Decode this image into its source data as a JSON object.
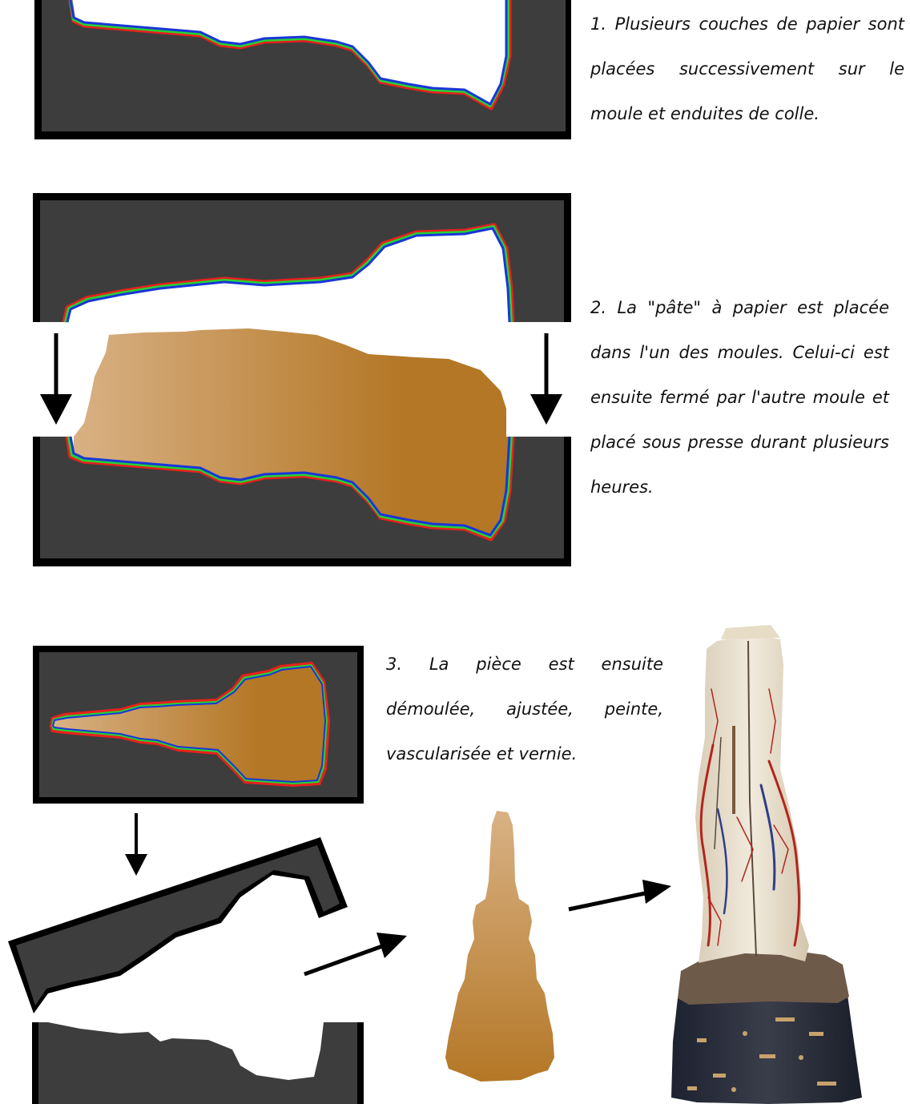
{
  "steps": [
    {
      "label": "1. Plusieurs couches de papier sont placées successivement sur le moule et enduites de colle."
    },
    {
      "label": "2. La \"pâte\" à papier est placée dans l'un des moules. Celui-ci est ensuite fermé par l'autre moule et placé sous presse durant plusieurs heures."
    },
    {
      "label": "3. La pièce est ensuite démoulée, ajustée, peinte, vascularisée et vernie."
    }
  ],
  "colors": {
    "mold": "#3d3d3d",
    "mold_frame": "#000000",
    "paper_layer_outer": "#e8201c",
    "paper_layer_middle": "#27d234",
    "paper_layer_inner": "#1a35d8",
    "paste_light": "#d8b184",
    "paste_dark": "#b47726",
    "hoof_horn": "#2a2d3a",
    "hoof_coronet": "#6e5a49",
    "model_body": "#ece3d3",
    "vessel_red": "#b2251b",
    "vessel_blue": "#2d3f86"
  }
}
